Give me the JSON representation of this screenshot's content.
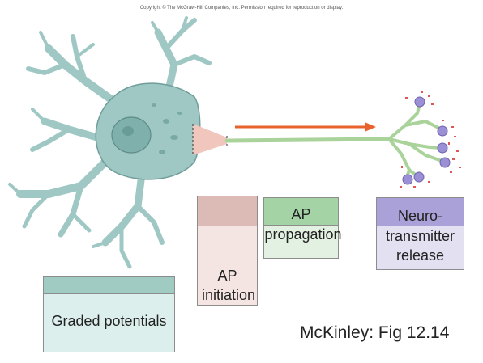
{
  "copyright": "Copyright © The McGraw-Hill Companies, Inc. Permission required for reproduction or display.",
  "labels": {
    "graded_potentials": "Graded potentials",
    "ap_initiation_line1": "AP",
    "ap_initiation_line2": "initiation",
    "ap_propagation_line1": "AP",
    "ap_propagation_line2": "propagation",
    "nt_release_line1": "Neuro-",
    "nt_release_line2": "transmitter",
    "nt_release_line3": "release"
  },
  "citation": "McKinley: Fig 12.14",
  "colors": {
    "neuron_fill": "#9fc8c4",
    "neuron_stroke": "#6f9e9a",
    "axon": "#a9d39a",
    "axon_hillock": "#f1c6bd",
    "arrow": "#e8622c",
    "terminal_bulb": "#9b8fd6",
    "vesicle_dots": "#e05555",
    "graded_header": "#9fcbc3",
    "graded_body": "#dcefec",
    "initiation_header": "#dcbab5",
    "initiation_body": "#f4e4e2",
    "propagation_header": "#a4d3a6",
    "propagation_body": "#e2f1e1",
    "release_header": "#aaa1d8",
    "release_body": "#e3e0f2"
  }
}
